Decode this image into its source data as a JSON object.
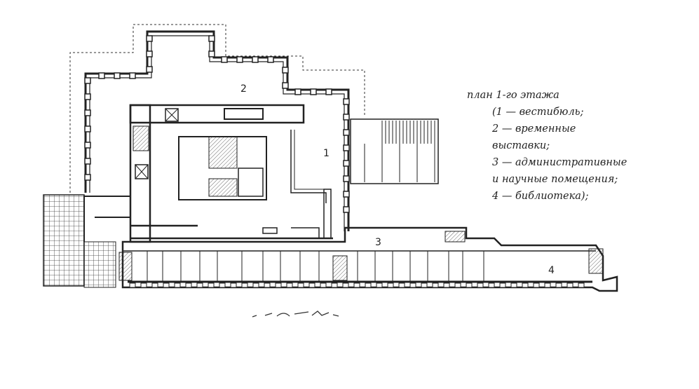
{
  "legend": {
    "title": "план 1-го этажа",
    "lines": [
      "(1 — вестибюль;",
      "2 — временные",
      "выставки;",
      "3 — административные",
      "и   научные   помещения;",
      "4 — библиотека);"
    ]
  },
  "plan": {
    "room_labels": [
      "1",
      "2",
      "3",
      "4"
    ]
  }
}
